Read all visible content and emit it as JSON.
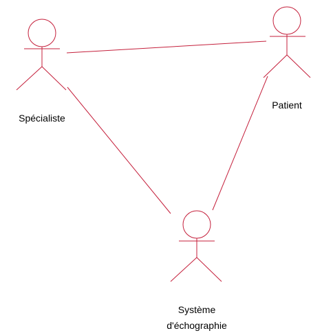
{
  "actors": {
    "specialiste": {
      "label": "Spécialiste"
    },
    "patient": {
      "label": "Patient"
    },
    "systeme": {
      "label_line1": "Système",
      "label_line2": "d'échographie"
    }
  },
  "colors": {
    "stroke": "#c41e3a",
    "text": "#000000",
    "background": "#ffffff"
  }
}
